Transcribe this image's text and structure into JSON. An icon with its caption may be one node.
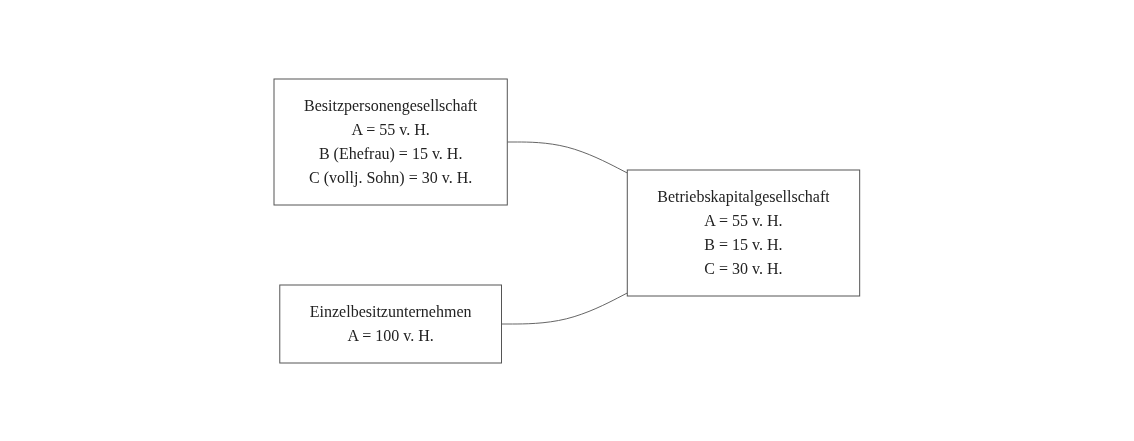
{
  "diagram": {
    "nodes": [
      {
        "text": [
          "Besitzpersonengesellschaft",
          "A = 55 v. H.",
          "B (Ehefrau) = 15 v. H.",
          "C (vollj. Sohn) = 30 v. H."
        ]
      },
      {
        "text": [
          "Einzelbesitzunternehmen",
          "A = 100 v. H."
        ]
      },
      {
        "text": [
          "Betriebskapitalgesellschaft",
          "A = 55 v. H.",
          "B = 15 v. H.",
          "C = 30 v. H."
        ]
      }
    ],
    "edges": [
      {
        "from": 0,
        "to": 2,
        "arrow": "none"
      },
      {
        "from": 1,
        "to": 2,
        "arrow": "none"
      }
    ]
  }
}
